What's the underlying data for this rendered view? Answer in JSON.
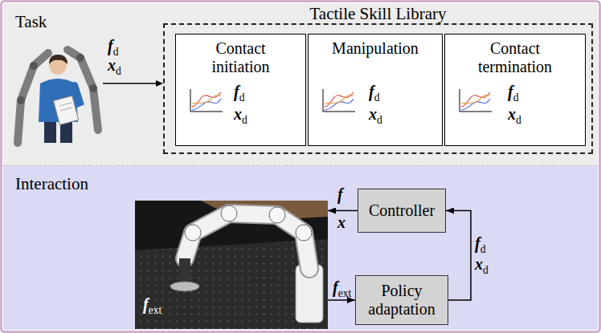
{
  "diagram": {
    "nodes": [
      {
        "text": [
          "Task"
        ]
      },
      {
        "text": [
          "Tactile Skill Library"
        ],
        "in": 0
      },
      {
        "text": [
          "Contact initiation",
          "fd",
          "xd"
        ],
        "in": 1
      },
      {
        "text": [
          "Manipulation",
          "fd",
          "xd"
        ],
        "in": 1
      },
      {
        "text": [
          "Contact termination",
          "fd",
          "xd"
        ],
        "in": 1
      },
      {
        "text": [
          "Interaction"
        ]
      },
      {
        "text": [
          "Controller"
        ],
        "in": 5
      },
      {
        "text": [
          "fext"
        ],
        "in": 5
      },
      {
        "text": [
          "Policy adaptation"
        ],
        "in": 5
      }
    ],
    "edges": [
      {
        "from": 6,
        "to": 7,
        "arrow": "to"
      },
      {
        "from": 7,
        "to": 8,
        "label": "fext",
        "arrow": "to"
      },
      {
        "from": 8,
        "to": 6,
        "arrow": "to"
      }
    ],
    "labels": [
      "fd",
      "xd",
      "f",
      "x",
      "fd",
      "xd"
    ]
  }
}
